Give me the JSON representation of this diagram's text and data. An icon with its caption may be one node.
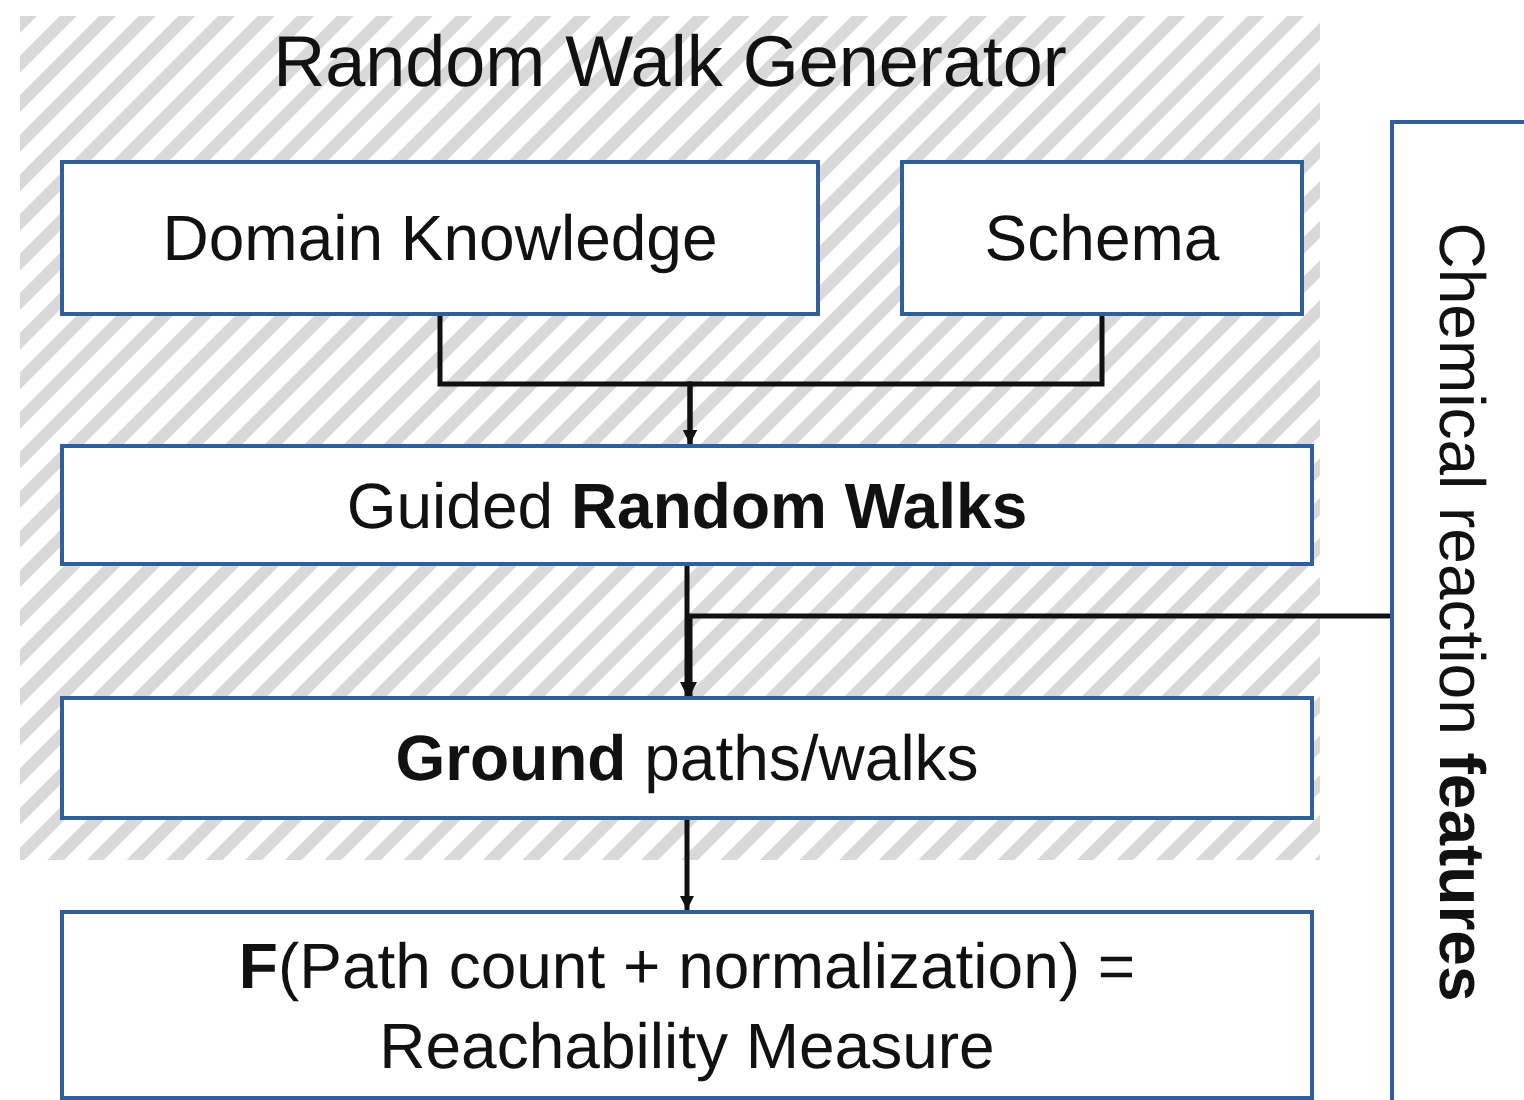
{
  "diagram": {
    "nodes": [
      {
        "text": [
          "Random Walk Generator"
        ]
      },
      {
        "text": [
          "Domain Knowledge"
        ],
        "in": 0
      },
      {
        "text": [
          "Schema"
        ],
        "in": 0
      },
      {
        "text": [
          "Guided **Random Walks**"
        ],
        "in": 0
      },
      {
        "text": [
          "**Ground** paths/walks"
        ],
        "in": 0
      },
      {
        "text": [
          "**F**(Path count + normalization) = Reachability Measure"
        ]
      },
      {
        "text": [
          "Chemical reaction **features**"
        ]
      }
    ],
    "edges": [
      {
        "from": 1,
        "to": 3,
        "arrow": "to"
      },
      {
        "from": 2,
        "to": 3,
        "arrow": "to"
      },
      {
        "from": 3,
        "to": 4,
        "arrow": "to"
      },
      {
        "from": 6,
        "to": 4,
        "arrow": "to"
      },
      {
        "from": 4,
        "to": 5,
        "arrow": "to"
      }
    ]
  }
}
